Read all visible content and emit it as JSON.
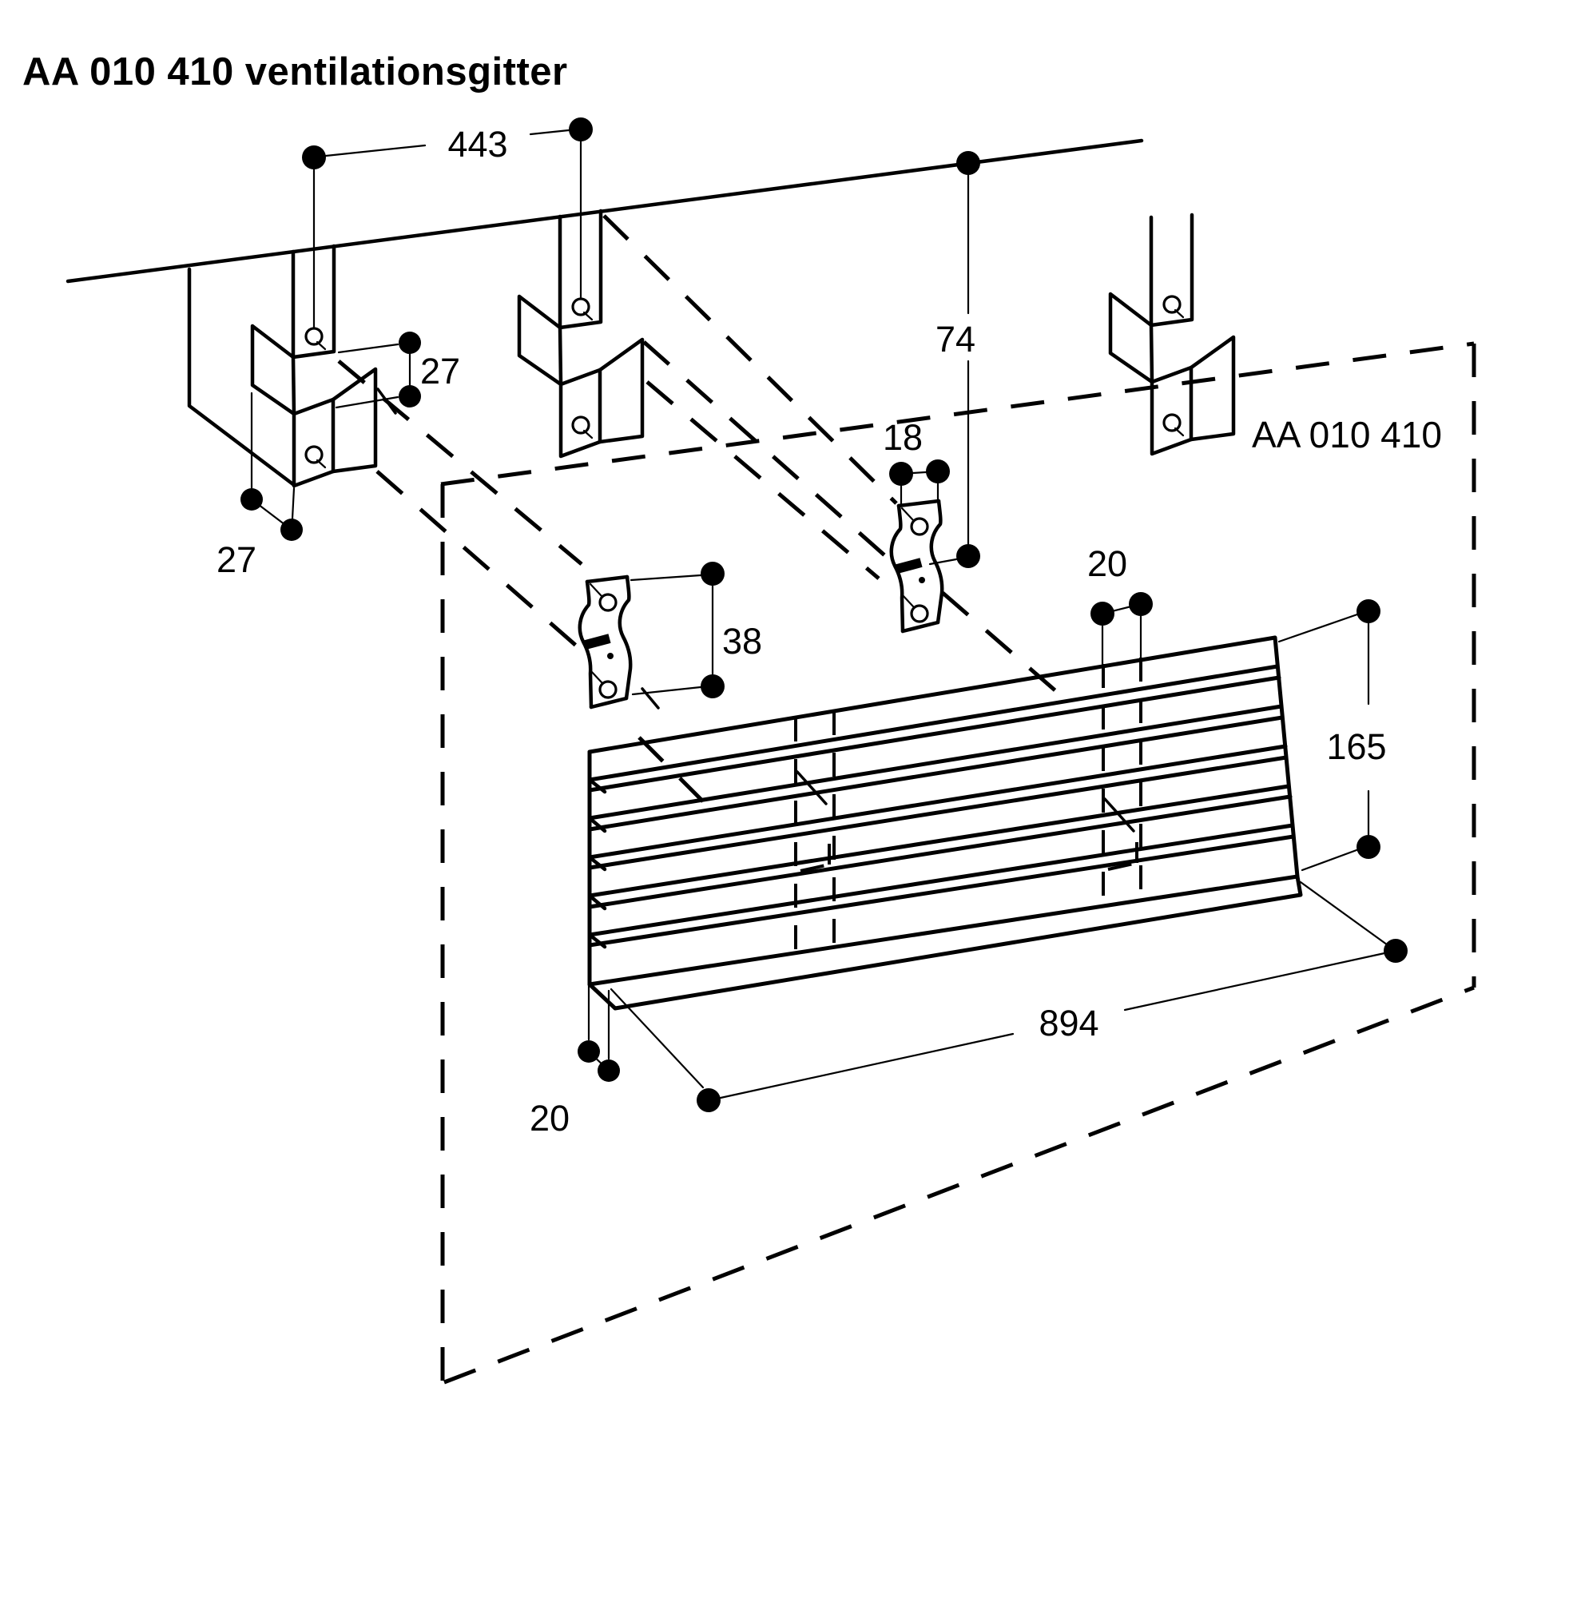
{
  "page": {
    "background_color": "#ffffff",
    "line_color": "#000000"
  },
  "header": {
    "title": "AA 010 410 ventilationsgitter"
  },
  "diagram": {
    "part_label": "AA 010 410",
    "dimensions": {
      "bracket_spacing_mm": "443",
      "ceiling_offset_mm": "74",
      "bracket_depth_upper_mm": "27",
      "bracket_depth_lower_mm": "27",
      "clip_hole_pitch_mm": "18",
      "clip_length_mm": "38",
      "grille_top_inset_mm": "20",
      "grille_height_mm": "165",
      "grille_width_mm": "894",
      "grille_bottom_inset_mm": "20"
    }
  }
}
